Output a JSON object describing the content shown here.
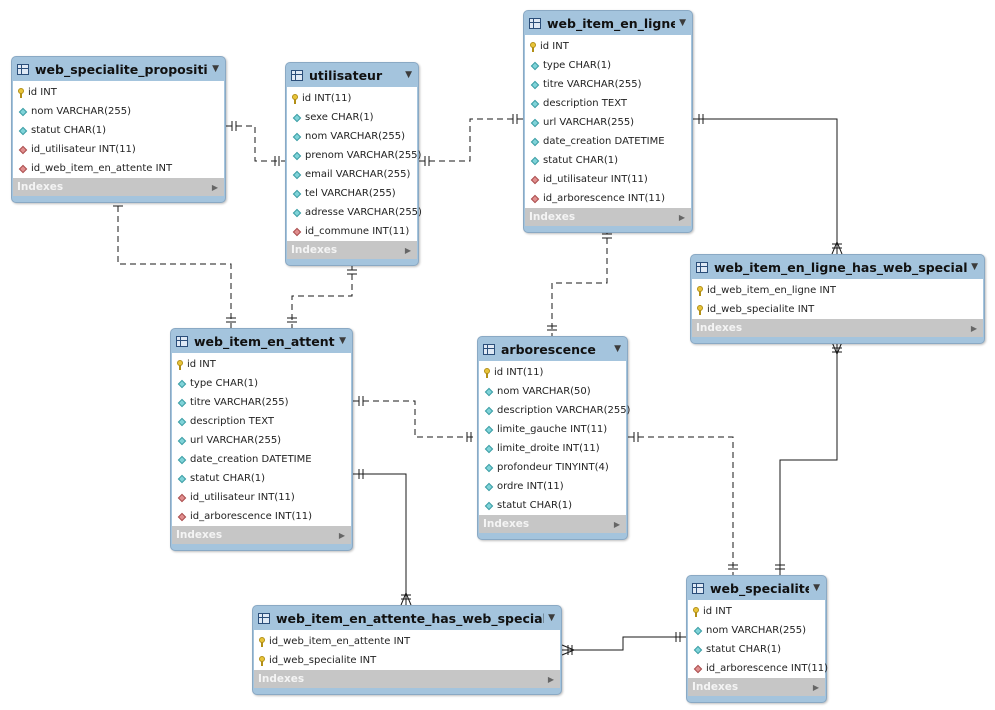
{
  "tables": [
    {
      "id": "web_specialite_proposition",
      "name": "web_specialite_proposition",
      "indexes_label": "Indexes",
      "columns": [
        {
          "icon": "key",
          "text": "id INT"
        },
        {
          "icon": "column",
          "text": "nom VARCHAR(255)"
        },
        {
          "icon": "column",
          "text": "statut CHAR(1)"
        },
        {
          "icon": "foreign-key",
          "text": "id_utilisateur INT(11)"
        },
        {
          "icon": "foreign-key",
          "text": "id_web_item_en_attente INT"
        }
      ]
    },
    {
      "id": "utilisateur",
      "name": "utilisateur",
      "indexes_label": "Indexes",
      "columns": [
        {
          "icon": "key",
          "text": "id INT(11)"
        },
        {
          "icon": "column",
          "text": "sexe CHAR(1)"
        },
        {
          "icon": "column",
          "text": "nom VARCHAR(255)"
        },
        {
          "icon": "column",
          "text": "prenom VARCHAR(255)"
        },
        {
          "icon": "column",
          "text": "email VARCHAR(255)"
        },
        {
          "icon": "column",
          "text": "tel VARCHAR(255)"
        },
        {
          "icon": "column",
          "text": "adresse VARCHAR(255)"
        },
        {
          "icon": "foreign-key",
          "text": "id_commune INT(11)"
        }
      ]
    },
    {
      "id": "web_item_en_ligne",
      "name": "web_item_en_ligne",
      "indexes_label": "Indexes",
      "columns": [
        {
          "icon": "key",
          "text": "id INT"
        },
        {
          "icon": "column",
          "text": "type CHAR(1)"
        },
        {
          "icon": "column",
          "text": "titre VARCHAR(255)"
        },
        {
          "icon": "column",
          "text": "description TEXT"
        },
        {
          "icon": "column",
          "text": "url VARCHAR(255)"
        },
        {
          "icon": "column",
          "text": "date_creation DATETIME"
        },
        {
          "icon": "column",
          "text": "statut CHAR(1)"
        },
        {
          "icon": "foreign-key",
          "text": "id_utilisateur INT(11)"
        },
        {
          "icon": "foreign-key",
          "text": "id_arborescence INT(11)"
        }
      ]
    },
    {
      "id": "web_item_en_ligne_has_web_specialite",
      "name": "web_item_en_ligne_has_web_specialite",
      "indexes_label": "Indexes",
      "columns": [
        {
          "icon": "key",
          "text": "id_web_item_en_ligne INT"
        },
        {
          "icon": "key",
          "text": "id_web_specialite INT"
        }
      ]
    },
    {
      "id": "web_item_en_attente",
      "name": "web_item_en_attente",
      "indexes_label": "Indexes",
      "columns": [
        {
          "icon": "key",
          "text": "id INT"
        },
        {
          "icon": "column",
          "text": "type CHAR(1)"
        },
        {
          "icon": "column",
          "text": "titre VARCHAR(255)"
        },
        {
          "icon": "column",
          "text": "description TEXT"
        },
        {
          "icon": "column",
          "text": "url VARCHAR(255)"
        },
        {
          "icon": "column",
          "text": "date_creation DATETIME"
        },
        {
          "icon": "column",
          "text": "statut CHAR(1)"
        },
        {
          "icon": "foreign-key",
          "text": "id_utilisateur INT(11)"
        },
        {
          "icon": "foreign-key",
          "text": "id_arborescence INT(11)"
        }
      ]
    },
    {
      "id": "arborescence",
      "name": "arborescence",
      "indexes_label": "Indexes",
      "columns": [
        {
          "icon": "key",
          "text": "id INT(11)"
        },
        {
          "icon": "column",
          "text": "nom VARCHAR(50)"
        },
        {
          "icon": "column",
          "text": "description VARCHAR(255)"
        },
        {
          "icon": "column",
          "text": "limite_gauche INT(11)"
        },
        {
          "icon": "column",
          "text": "limite_droite INT(11)"
        },
        {
          "icon": "column",
          "text": "profondeur TINYINT(4)"
        },
        {
          "icon": "column",
          "text": "ordre INT(11)"
        },
        {
          "icon": "column",
          "text": "statut CHAR(1)"
        }
      ]
    },
    {
      "id": "web_item_en_attente_has_web_specialite",
      "name": "web_item_en_attente_has_web_specialite",
      "indexes_label": "Indexes",
      "columns": [
        {
          "icon": "key",
          "text": "id_web_item_en_attente INT"
        },
        {
          "icon": "key",
          "text": "id_web_specialite INT"
        }
      ]
    },
    {
      "id": "web_specialite",
      "name": "web_specialite",
      "indexes_label": "Indexes",
      "columns": [
        {
          "icon": "key",
          "text": "id INT"
        },
        {
          "icon": "column",
          "text": "nom VARCHAR(255)"
        },
        {
          "icon": "column",
          "text": "statut CHAR(1)"
        },
        {
          "icon": "foreign-key",
          "text": "id_arborescence INT(11)"
        }
      ]
    }
  ],
  "relationships": [
    {
      "from": "web_specialite_proposition",
      "to": "utilisateur",
      "style": "dashed",
      "from_end": "one",
      "to_end": "one"
    },
    {
      "from": "utilisateur",
      "to": "web_item_en_ligne",
      "style": "dashed",
      "from_end": "one",
      "to_end": "one"
    },
    {
      "from": "web_specialite_proposition",
      "to": "web_item_en_attente",
      "style": "dashed",
      "from_end": "one",
      "to_end": "one"
    },
    {
      "from": "utilisateur",
      "to": "web_item_en_attente",
      "style": "dashed",
      "from_end": "one",
      "to_end": "one"
    },
    {
      "from": "web_item_en_ligne",
      "to": "arborescence",
      "style": "dashed",
      "from_end": "one",
      "to_end": "one"
    },
    {
      "from": "web_item_en_ligne",
      "to": "web_item_en_ligne_has_web_specialite",
      "style": "solid",
      "from_end": "one",
      "to_end": "many"
    },
    {
      "from": "web_item_en_ligne_has_web_specialite",
      "to": "web_specialite",
      "style": "solid",
      "from_end": "many",
      "to_end": "one"
    },
    {
      "from": "web_item_en_attente",
      "to": "arborescence",
      "style": "dashed",
      "from_end": "one",
      "to_end": "one"
    },
    {
      "from": "arborescence",
      "to": "web_specialite",
      "style": "dashed",
      "from_end": "one",
      "to_end": "one"
    },
    {
      "from": "web_item_en_attente",
      "to": "web_item_en_attente_has_web_specialite",
      "style": "solid",
      "from_end": "one",
      "to_end": "many"
    },
    {
      "from": "web_item_en_attente_has_web_specialite",
      "to": "web_specialite",
      "style": "solid",
      "from_end": "many",
      "to_end": "one"
    }
  ]
}
